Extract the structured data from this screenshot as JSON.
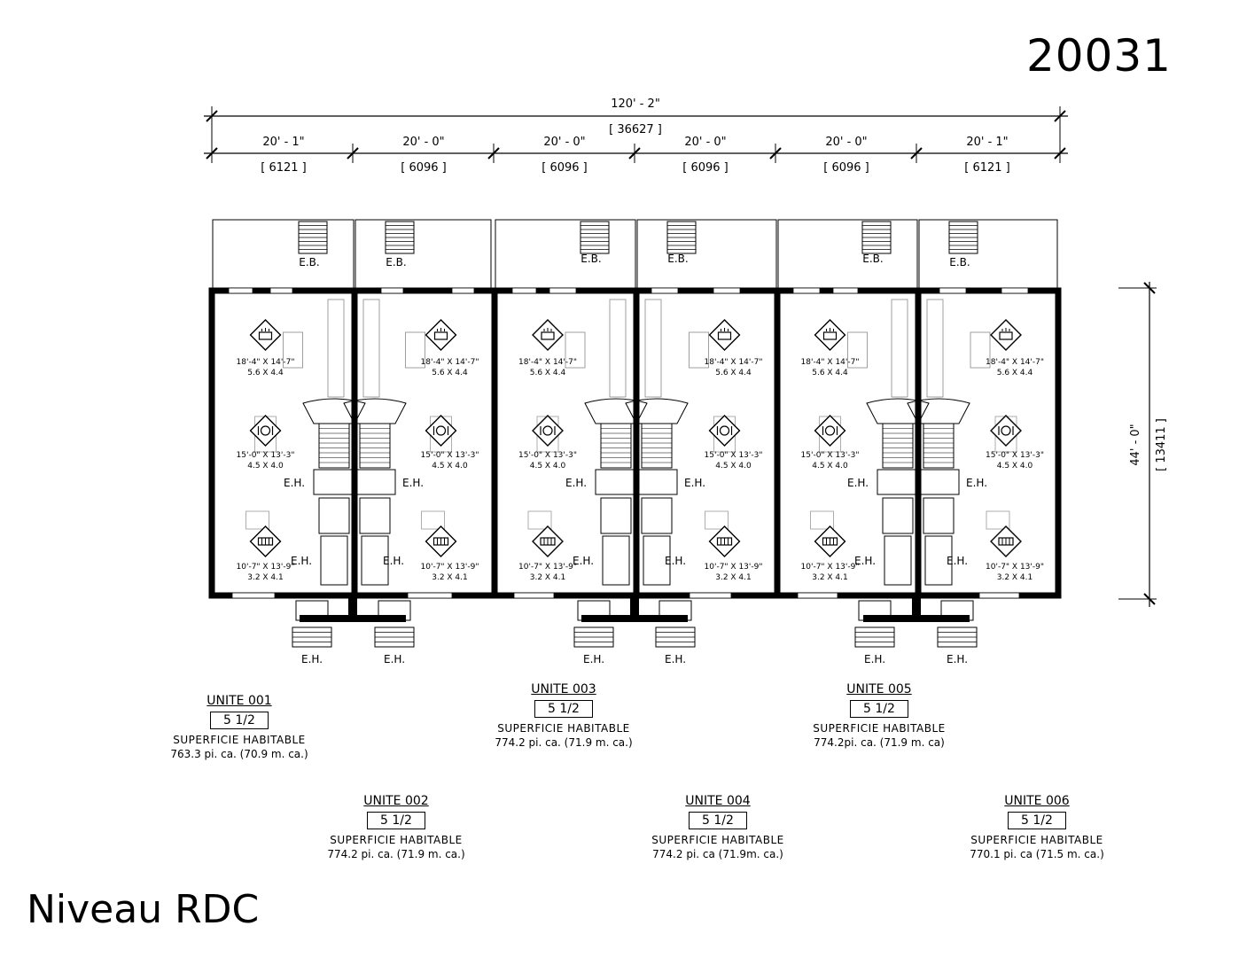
{
  "project_number": "20031",
  "level_title": "Niveau RDC",
  "dimensions": {
    "overall_imperial": "120' - 2\"",
    "overall_metric": "[ 36627 ]",
    "units": [
      {
        "imperial": "20' - 1\"",
        "metric": "[ 6121 ]"
      },
      {
        "imperial": "20' - 0\"",
        "metric": "[ 6096 ]"
      },
      {
        "imperial": "20' - 0\"",
        "metric": "[ 6096 ]"
      },
      {
        "imperial": "20' - 0\"",
        "metric": "[ 6096 ]"
      },
      {
        "imperial": "20' - 0\"",
        "metric": "[ 6096 ]"
      },
      {
        "imperial": "20' - 1\"",
        "metric": "[ 6121 ]"
      }
    ],
    "depth_imperial": "44' - 0\"",
    "depth_metric": "[ 13411 ]"
  },
  "labels": {
    "eb": "E.B.",
    "eh": "E.H."
  },
  "rooms": {
    "kitchen": {
      "imperial": "18'-4\" X 14'-7\"",
      "metric": "5.6 X 4.4"
    },
    "dining": {
      "imperial": "15'-0\" X 13'-3\"",
      "metric": "4.5 X 4.0"
    },
    "living": {
      "imperial": "10'-7\" X 13'-9\"",
      "metric": "3.2 X 4.1"
    }
  },
  "units": [
    {
      "name": "UNITE 001",
      "type": "5 1/2",
      "label": "SUPERFICIE HABITABLE",
      "area": "763.3 pi. ca. (70.9 m. ca.)"
    },
    {
      "name": "UNITE 002",
      "type": "5 1/2",
      "label": "SUPERFICIE HABITABLE",
      "area": "774.2 pi. ca. (71.9 m. ca.)"
    },
    {
      "name": "UNITE 003",
      "type": "5 1/2",
      "label": "SUPERFICIE HABITABLE",
      "area": "774.2 pi. ca. (71.9 m. ca.)"
    },
    {
      "name": "UNITE 004",
      "type": "5 1/2",
      "label": "SUPERFICIE HABITABLE",
      "area": "774.2 pi. ca (71.9m. ca.)"
    },
    {
      "name": "UNITE 005",
      "type": "5 1/2",
      "label": "SUPERFICIE HABITABLE",
      "area": "774.2pi. ca. (71.9 m. ca)"
    },
    {
      "name": "UNITE 006",
      "type": "5 1/2",
      "label": "SUPERFICIE HABITABLE",
      "area": "770.1 pi. ca (71.5 m. ca.)"
    }
  ]
}
